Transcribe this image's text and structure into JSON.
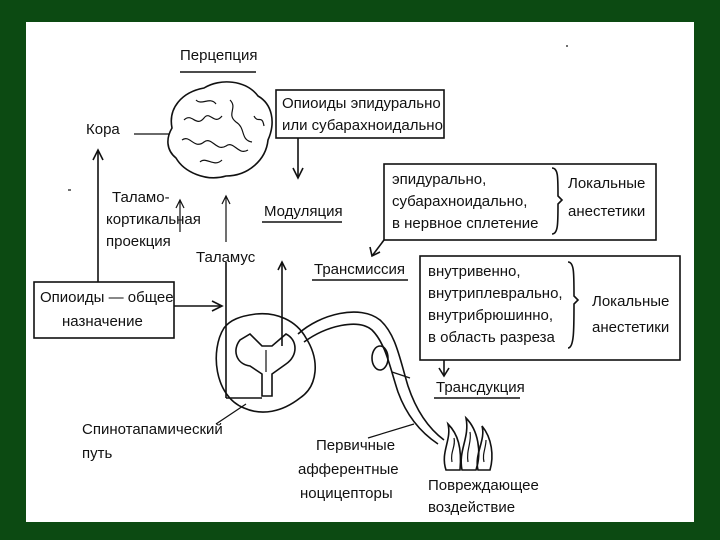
{
  "labels": {
    "perception": "Перцепция",
    "cortex": "Кора",
    "thalamocortical_1": "Таламо-",
    "thalamocortical_2": "кортикальная",
    "thalamocortical_3": "проекция",
    "thalamus": "Таламус",
    "modulation": "Модуляция",
    "transmission": "Трансмиссия",
    "transduction": "Трансдукция",
    "spinothalamic_1": "Спинотапамический",
    "spinothalamic_2": "путь",
    "afferent_1": "Первичные",
    "afferent_2": "афферентные",
    "afferent_3": "ноцицепторы",
    "damage_1": "Повреждающее",
    "damage_2": "воздействие"
  },
  "boxes": {
    "opioids_spinal_1": "Опиоиды эпидурально",
    "opioids_spinal_2": "или субарахноидально",
    "epidural_1": "эпидурально,",
    "epidural_2": "субарахноидально,",
    "epidural_3": "в нервное сплетение",
    "local_anesthetics_1a": "Локальные",
    "local_anesthetics_1b": "анестетики",
    "iv_1": "внутривенно,",
    "iv_2": "внутриплеврально,",
    "iv_3": "внутрибрюшинно,",
    "iv_4": "в область разреза",
    "local_anesthetics_2a": "Локальные",
    "local_anesthetics_2b": "анестетики",
    "opioids_general_1": "Опиоиды — общее",
    "opioids_general_2": "назначение"
  }
}
